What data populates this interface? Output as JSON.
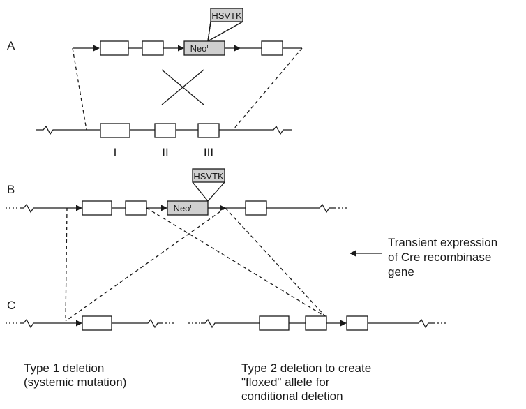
{
  "panels": {
    "a": "A",
    "b": "B",
    "c": "C"
  },
  "hsvtk_label": "HSVTK",
  "neo_label": "Neo",
  "neo_superscript": "r",
  "exon_labels": [
    "I",
    "II",
    "III"
  ],
  "annotation": {
    "lines": [
      "Transient expression",
      "of Cre recombinase",
      "gene"
    ]
  },
  "captions": {
    "type1": "Type 1 deletion\n(systemic mutation)",
    "type2": "Type 2 deletion to create\n\"floxed\" allele for\nconditional deletion"
  },
  "colors": {
    "line": "#1a1a1a",
    "shaded_box": "#cfcfcf",
    "exon_box": "#ffffff"
  }
}
